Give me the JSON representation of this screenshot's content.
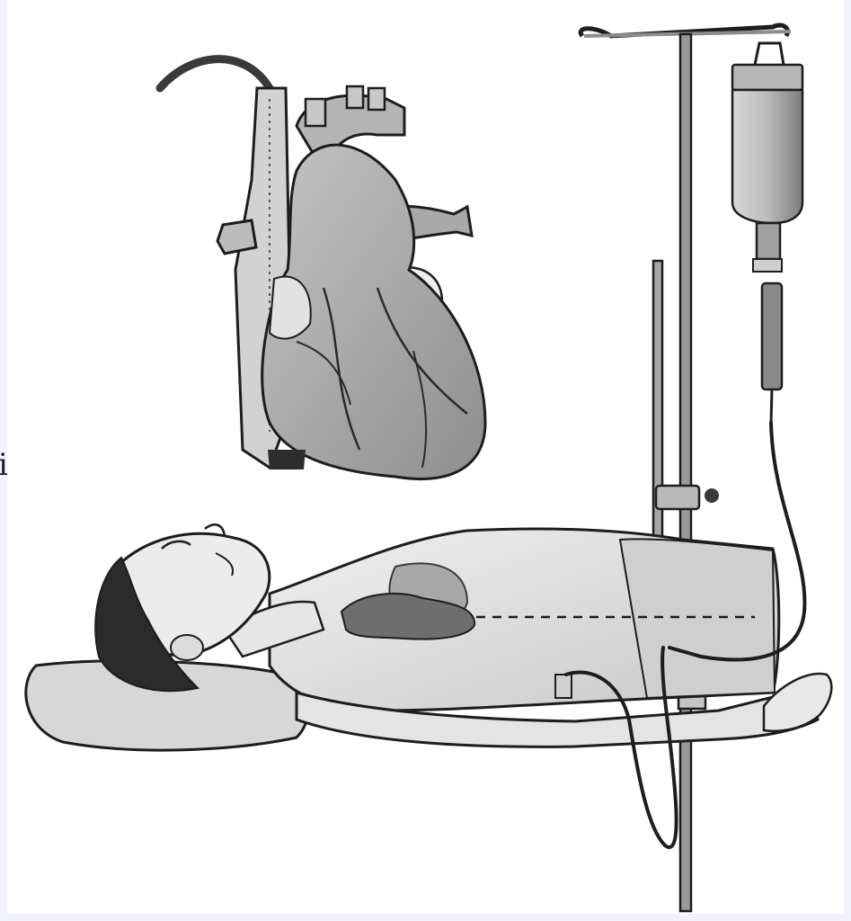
{
  "edge_text": "i",
  "colors": {
    "page_background": "#f1f2fb",
    "canvas": "#ffffff",
    "line": "#1d1d1d",
    "skin": "#e6e6e6",
    "shade": "#bdbdbd",
    "heart": "#9a9a9a",
    "hair": "#2b2b2b",
    "metal": "#8c8c8c",
    "organ": "#6e6e6e"
  },
  "icons": [
    "heart-illustration",
    "patient-illustration",
    "iv-stand-illustration",
    "manometer-illustration",
    "catheter-line-illustration"
  ]
}
